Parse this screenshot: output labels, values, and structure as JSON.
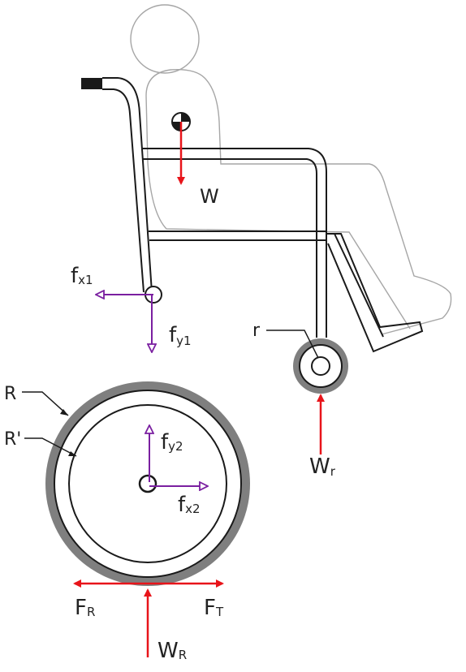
{
  "colors": {
    "gravity_force": "#e8141a",
    "reaction_force": "#7a1fa0",
    "frame": "#1a1a1a",
    "person_outline": "#a6a6a6",
    "tire": "#7f7f7f"
  },
  "icons": {
    "center_of_mass": "center-of-mass-icon"
  },
  "labels": {
    "weight": "W",
    "fx1": {
      "main": "f",
      "sub": "x1"
    },
    "fy1": {
      "main": "f",
      "sub": "y1"
    },
    "fy2": {
      "main": "f",
      "sub": "y2"
    },
    "fx2": {
      "main": "f",
      "sub": "x2"
    },
    "caster_radius": "r",
    "caster_load": {
      "main": "W",
      "sub": "r"
    },
    "outer_radius": "R",
    "inner_radius": "R'",
    "rolling_force": {
      "main": "F",
      "sub": "R"
    },
    "traction_force": {
      "main": "F",
      "sub": "T"
    },
    "rear_load": {
      "main": "W",
      "sub": "R"
    }
  }
}
